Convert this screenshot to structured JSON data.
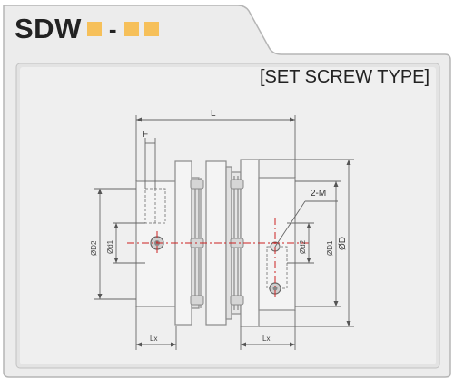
{
  "header": {
    "model": "SDW",
    "separator": "-"
  },
  "subtitle": "[SET SCREW TYPE]",
  "dimensions": {
    "overall_length": "L",
    "set_screw_offset": "F",
    "hub_length_left": "Lx",
    "hub_length_right": "Lx",
    "screw_count": "2-M",
    "bore_d1_left": "Ød1",
    "bore_d2_left": "ØD2",
    "bore_d2_right": "Ød2",
    "bore_d1_right": "ØD1",
    "outer_diameter": "ØD"
  },
  "colors": {
    "accent_square": "#f6c05a",
    "panel_bg": "#e8e8e8",
    "outline": "#9a9a9a",
    "centerline": "#cc2222"
  }
}
